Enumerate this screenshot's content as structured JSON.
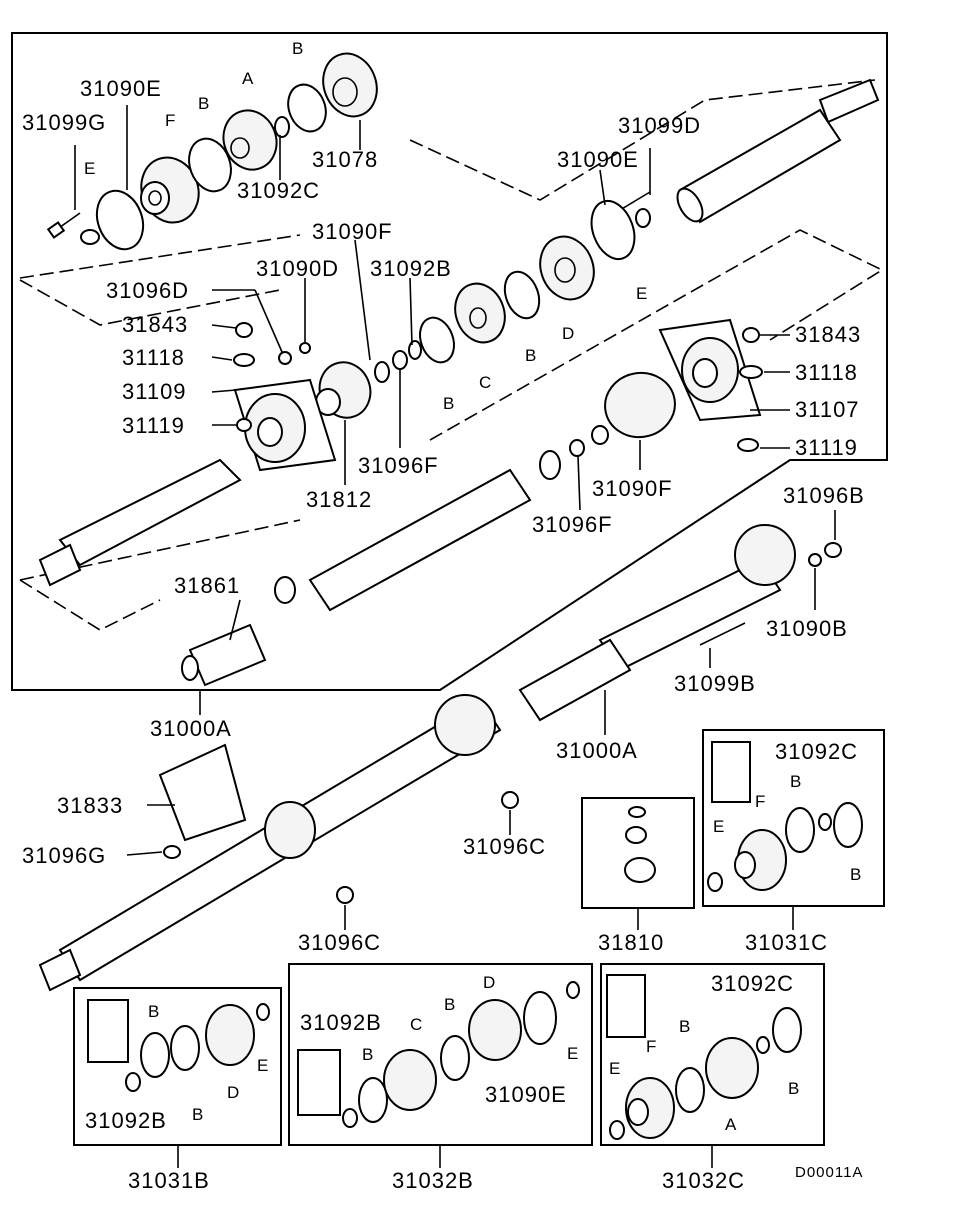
{
  "labels": {
    "p31090E_top": "31090E",
    "p31099G": "31099G",
    "p31078": "31078",
    "p31092C_top": "31092C",
    "p31099D": "31099D",
    "p31090E_mid": "31090E",
    "p31090F_top": "31090F",
    "p31090D": "31090D",
    "p31092B_top": "31092B",
    "p31096D": "31096D",
    "p31843_left": "31843",
    "p31118_left": "31118",
    "p31109": "31109",
    "p31119_left": "31119",
    "p31812": "31812",
    "p31096F_left": "31096F",
    "p31843_right": "31843",
    "p31118_right": "31118",
    "p31107": "31107",
    "p31119_right": "31119",
    "p31090F_right": "31090F",
    "p31096F_right": "31096F",
    "p31096B": "31096B",
    "p31861": "31861",
    "p31090B": "31090B",
    "p31099B": "31099B",
    "p31000A_left": "31000A",
    "p31000A_right": "31000A",
    "p31833": "31833",
    "p31096G": "31096G",
    "p31096C_upper": "31096C",
    "p31096C_lower": "31096C",
    "p31810": "31810",
    "p31031C": "31031C",
    "p31092C_box31031C": "31092C",
    "p31031B": "31031B",
    "p31092B_box31031B": "31092B",
    "p31032B": "31032B",
    "p31092B_box31032B": "31092B",
    "p31090E_box31032B": "31090E",
    "p31032C": "31032C",
    "p31092C_box31032C": "31092C"
  },
  "letters": {
    "f_top": "F",
    "b_top1": "B",
    "a_top": "A",
    "b_top2": "B",
    "e_top": "E",
    "e_mid": "E",
    "d_mid": "D",
    "b_mid1": "B",
    "c_mid": "C",
    "b_mid2": "B",
    "b_c1": "B",
    "f_c": "F",
    "e_c": "E",
    "b_c2": "B",
    "b_b1": "B",
    "b_b2": "B",
    "d_b": "D",
    "e_b": "E",
    "c_32b": "C",
    "b_32b1": "B",
    "b_32b2": "B",
    "d_32b": "D",
    "e_32b": "E",
    "f_32c": "F",
    "b_32c1": "B",
    "e_32c": "E",
    "a_32c": "A",
    "b_32c2": "B"
  },
  "diagram_code": "D00011A"
}
